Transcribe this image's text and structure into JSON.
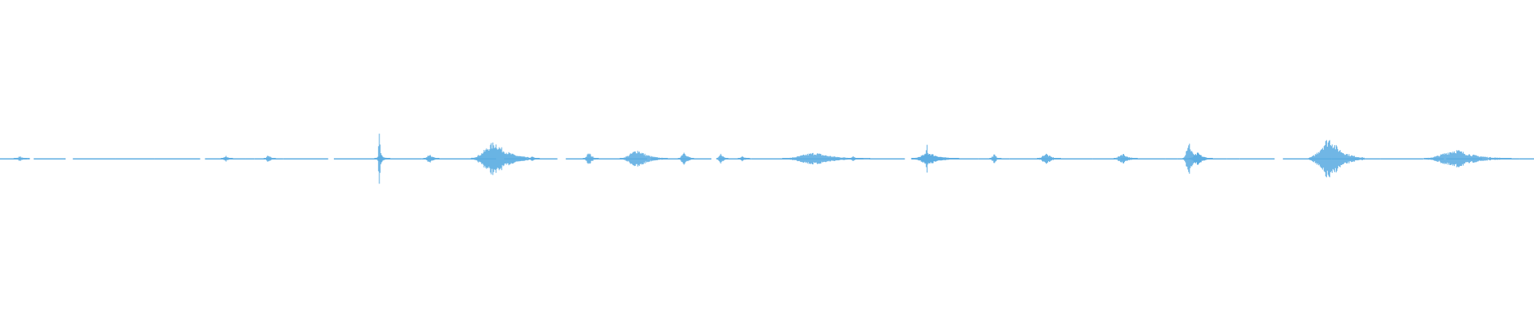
{
  "waveform": {
    "color": "#5dade2",
    "background": "#ffffff",
    "baseline_amplitude": 0.005,
    "bursts": [
      {
        "t": 0.013,
        "amp": 0.015,
        "dur": 0.004
      },
      {
        "t": 0.147,
        "amp": 0.02,
        "dur": 0.003
      },
      {
        "t": 0.175,
        "amp": 0.025,
        "dur": 0.003
      },
      {
        "t": 0.247,
        "amp": 0.245,
        "dur": 0.001
      },
      {
        "t": 0.248,
        "amp": 0.03,
        "dur": 0.004
      },
      {
        "t": 0.28,
        "amp": 0.03,
        "dur": 0.004
      },
      {
        "t": 0.323,
        "amp": 0.11,
        "dur": 0.016
      },
      {
        "t": 0.347,
        "amp": 0.015,
        "dur": 0.003
      },
      {
        "t": 0.384,
        "amp": 0.04,
        "dur": 0.004
      },
      {
        "t": 0.416,
        "amp": 0.06,
        "dur": 0.012
      },
      {
        "t": 0.446,
        "amp": 0.05,
        "dur": 0.004
      },
      {
        "t": 0.47,
        "amp": 0.035,
        "dur": 0.003
      },
      {
        "t": 0.484,
        "amp": 0.02,
        "dur": 0.003
      },
      {
        "t": 0.532,
        "amp": 0.04,
        "dur": 0.022
      },
      {
        "t": 0.556,
        "amp": 0.015,
        "dur": 0.004
      },
      {
        "t": 0.604,
        "amp": 0.12,
        "dur": 0.001
      },
      {
        "t": 0.606,
        "amp": 0.04,
        "dur": 0.012
      },
      {
        "t": 0.648,
        "amp": 0.03,
        "dur": 0.003
      },
      {
        "t": 0.682,
        "amp": 0.035,
        "dur": 0.006
      },
      {
        "t": 0.732,
        "amp": 0.035,
        "dur": 0.006
      },
      {
        "t": 0.775,
        "amp": 0.12,
        "dur": 0.004
      },
      {
        "t": 0.781,
        "amp": 0.04,
        "dur": 0.006
      },
      {
        "t": 0.867,
        "amp": 0.14,
        "dur": 0.014
      },
      {
        "t": 0.95,
        "amp": 0.06,
        "dur": 0.022
      }
    ]
  }
}
